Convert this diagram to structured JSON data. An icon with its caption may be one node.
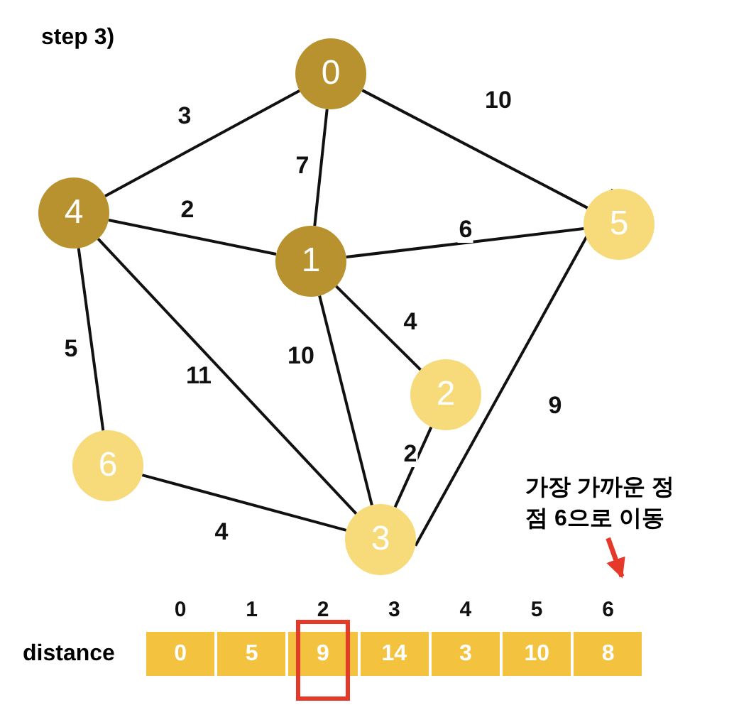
{
  "diagram": {
    "title": "step 3)",
    "nodes": [
      {
        "text": [
          "0"
        ]
      },
      {
        "text": [
          "1"
        ]
      },
      {
        "text": [
          "2"
        ]
      },
      {
        "text": [
          "3"
        ]
      },
      {
        "text": [
          "4"
        ]
      },
      {
        "text": [
          "5"
        ]
      },
      {
        "text": [
          "6"
        ]
      },
      {
        "text": [
          "가장 가까운 정점 6으로 이동"
        ]
      }
    ],
    "edges": [
      {
        "from": 0,
        "to": 4,
        "arrow": "none",
        "label": "3"
      },
      {
        "from": 0,
        "to": 1,
        "arrow": "none",
        "label": "7"
      },
      {
        "from": 0,
        "to": 5,
        "arrow": "none",
        "label": "10"
      },
      {
        "from": 4,
        "to": 1,
        "arrow": "none",
        "label": "2"
      },
      {
        "from": 1,
        "to": 5,
        "arrow": "none",
        "label": "6"
      },
      {
        "from": 4,
        "to": 6,
        "arrow": "none",
        "label": "5"
      },
      {
        "from": 4,
        "to": 3,
        "arrow": "none",
        "label": "11"
      },
      {
        "from": 1,
        "to": 3,
        "arrow": "none",
        "label": "10"
      },
      {
        "from": 1,
        "to": 2,
        "arrow": "none",
        "label": "4"
      },
      {
        "from": 2,
        "to": 3,
        "arrow": "none",
        "label": "2"
      },
      {
        "from": 5,
        "to": 3,
        "arrow": "none",
        "label": "9"
      },
      {
        "from": 6,
        "to": 3,
        "arrow": "none",
        "label": "4"
      },
      {
        "from": 7,
        "to": null,
        "arrow": "to",
        "color": "#e53a2a"
      }
    ],
    "labels": [
      "0",
      "1",
      "2",
      "3",
      "4",
      "5",
      "6",
      "distance",
      "0",
      "5",
      "9",
      "14",
      "3",
      "10",
      "8"
    ]
  }
}
